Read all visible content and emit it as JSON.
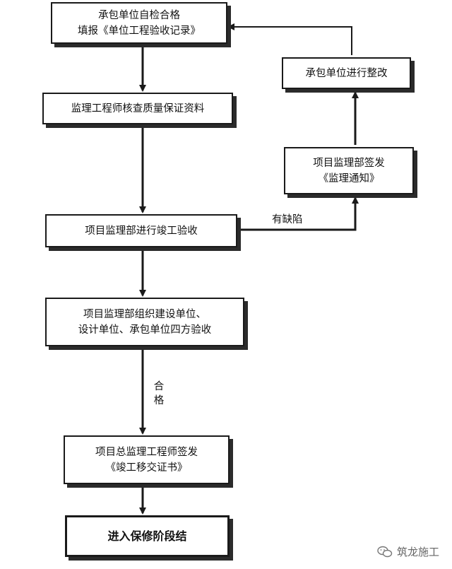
{
  "nodes": {
    "self_check": {
      "line1": "承包单位自检合格",
      "line2": "填报《单位工程验收记录》"
    },
    "engineer_review": {
      "line1": "监理工程师核查质量保证资料"
    },
    "completion_check": {
      "line1": "项目监理部进行竣工验收"
    },
    "four_party": {
      "line1": "项目监理部组织建设单位、",
      "line2": "设计单位、承包单位四方验收"
    },
    "chief_sign": {
      "line1": "项目总监理工程师签发",
      "line2": "《竣工移交证书》"
    },
    "warranty": {
      "line1": "进入保修阶段结"
    },
    "notice": {
      "line1": "项目监理部签发",
      "line2": "《监理通知》"
    },
    "rectify": {
      "line1": "承包单位进行整改"
    }
  },
  "edges": {
    "defect_label": "有缺陷",
    "pass_label": "合格"
  },
  "watermark": {
    "text": "筑龙施工",
    "icon": "wechat-icon"
  },
  "colors": {
    "line": "#1a1a1a",
    "shadow": "#2b2b2b"
  }
}
